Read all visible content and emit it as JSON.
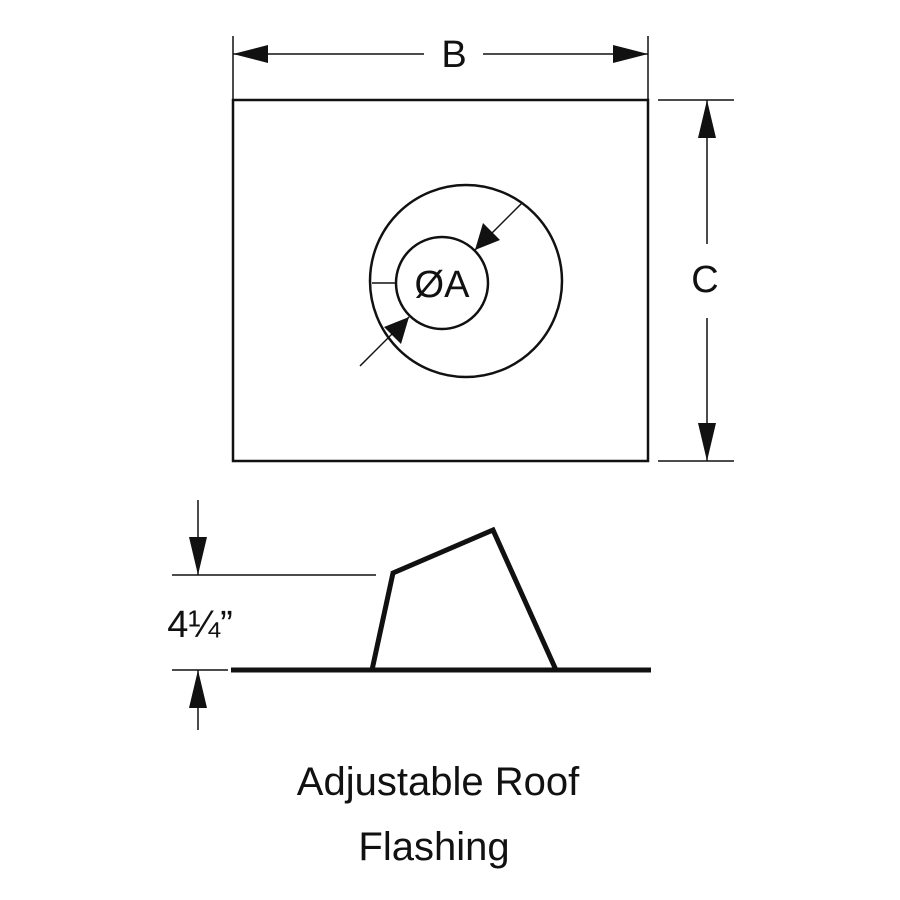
{
  "diagram": {
    "top_view": {
      "width_label": "B",
      "height_label": "C",
      "diameter_label": "ØA"
    },
    "side_view": {
      "height_label": "4¼”"
    },
    "caption": {
      "line1": "Adjustable Roof",
      "line2": "Flashing"
    },
    "colors": {
      "line": "#111111",
      "background": "#ffffff"
    }
  }
}
